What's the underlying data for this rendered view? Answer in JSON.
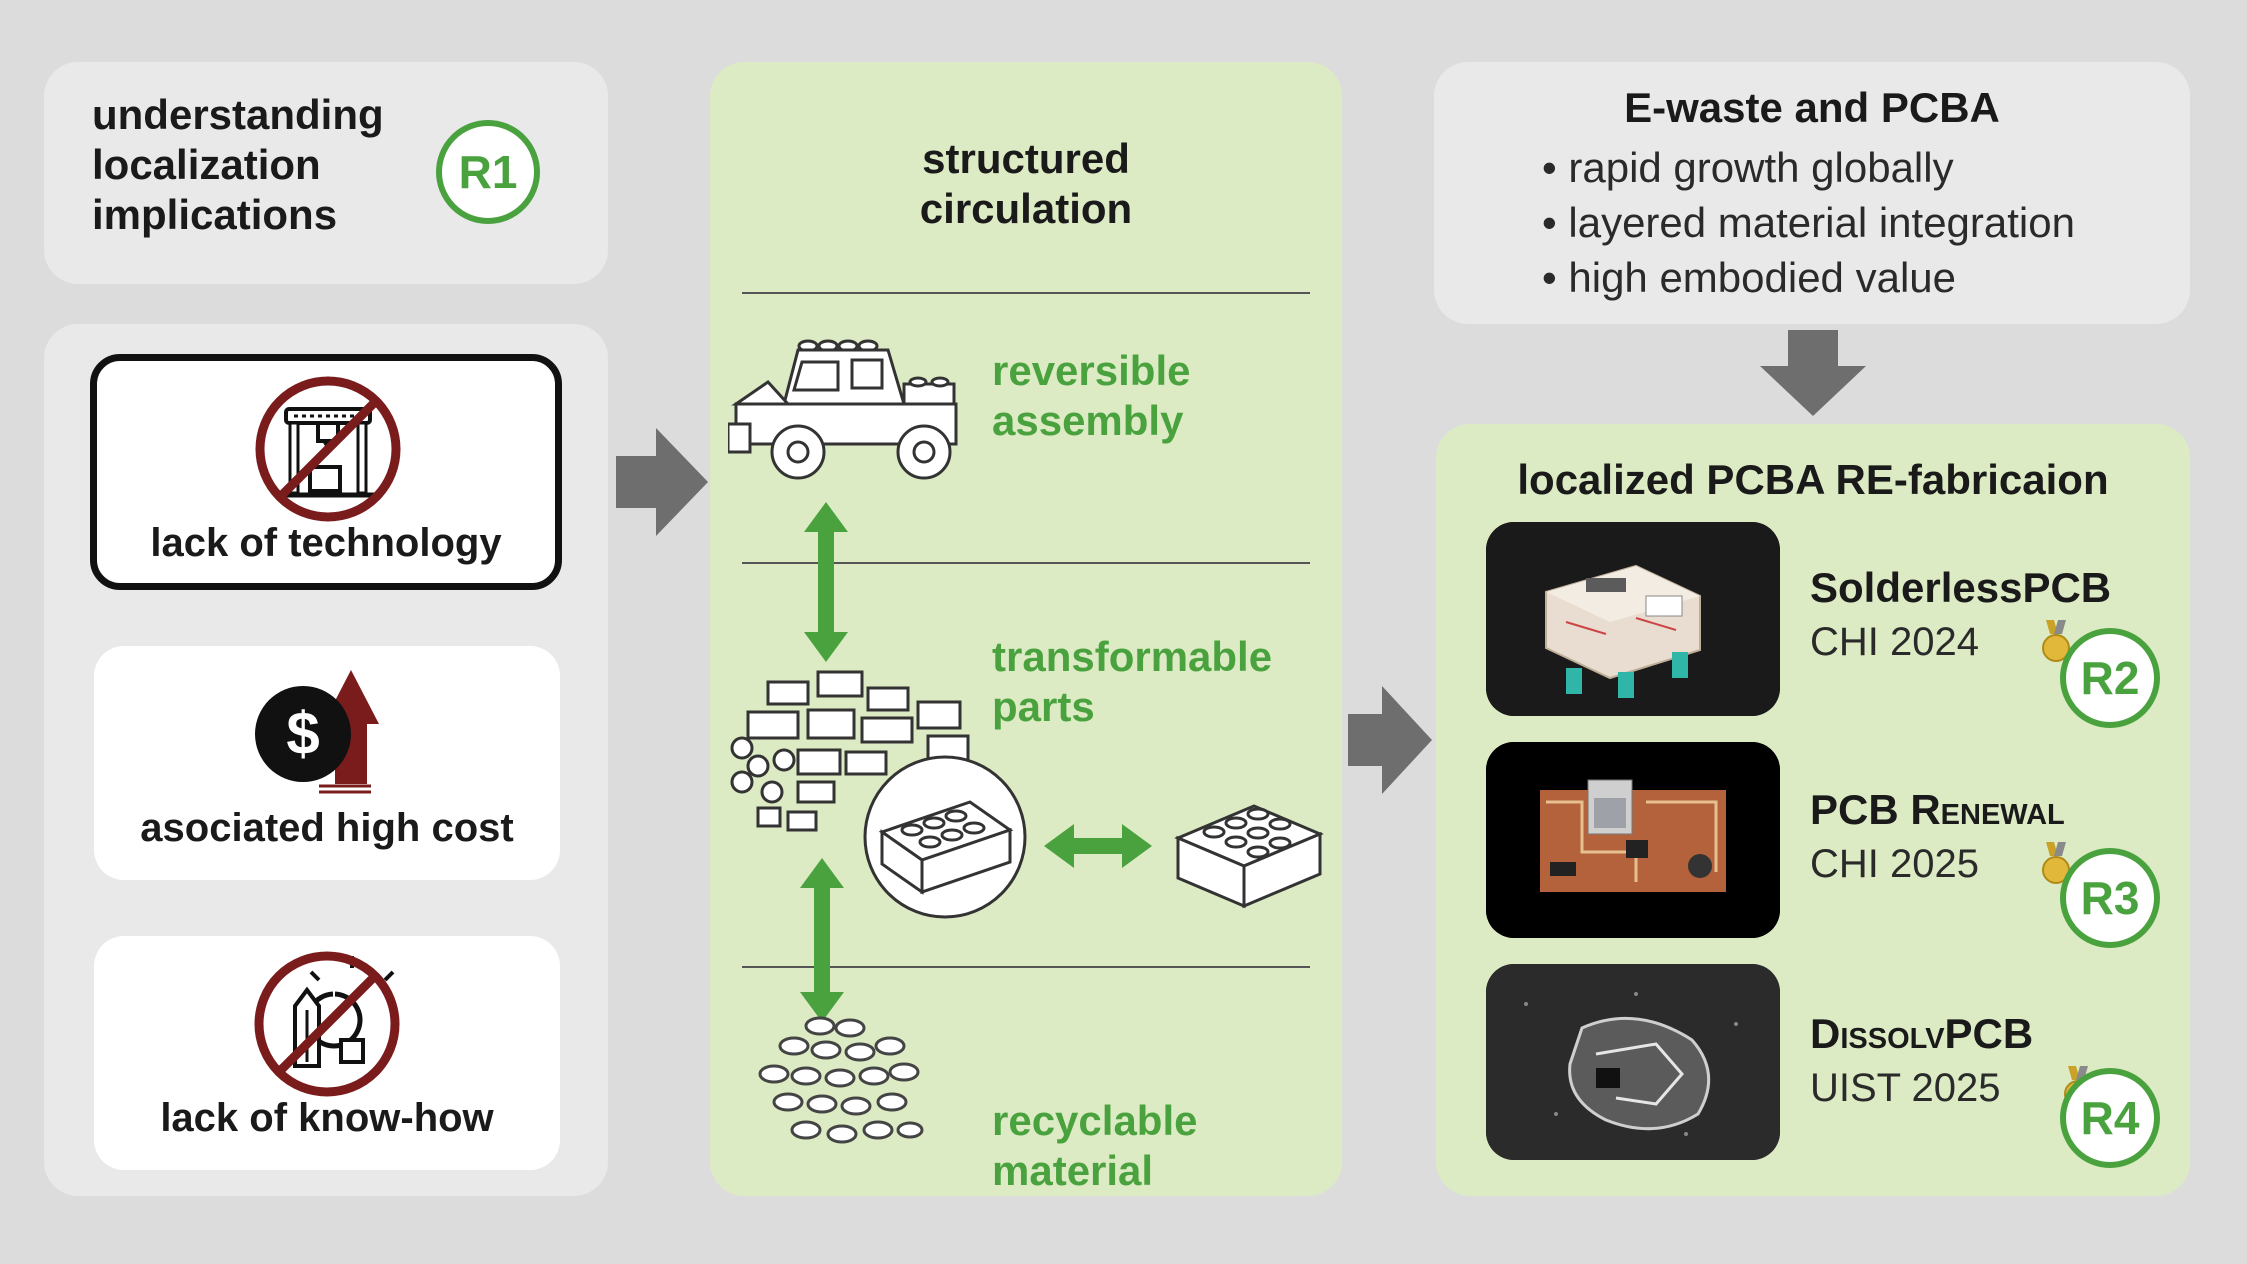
{
  "left": {
    "understanding_title": [
      "understanding",
      "localization",
      "implications"
    ],
    "badge_r1": "R1",
    "barriers": [
      {
        "label": "lack of technology",
        "icon": "no-3d-printer-icon"
      },
      {
        "label": "asociated high cost",
        "icon": "dollar-rising-icon"
      },
      {
        "label": "lack of know-how",
        "icon": "no-idea-icon"
      }
    ]
  },
  "middle": {
    "title": [
      "structured",
      "circulation"
    ],
    "stages": [
      {
        "label": [
          "reversible",
          "assembly"
        ],
        "icon": "lego-car-icon"
      },
      {
        "label": [
          "transformable",
          "parts"
        ],
        "icon": "lego-parts-icon"
      },
      {
        "label": [
          "recyclable",
          "material"
        ],
        "icon": "pellets-icon"
      }
    ]
  },
  "right": {
    "ewaste_title": "E-waste and PCBA",
    "ewaste_bullets": [
      "rapid growth globally",
      "layered material integration",
      "high embodied value"
    ],
    "refab_title": "localized PCBA RE-fabricaion",
    "papers": [
      {
        "title": "SolderlessPCB",
        "venue": "CHI 2024",
        "badge": "R2",
        "award": "medal-icon"
      },
      {
        "title": "PCB Renewal",
        "venue": "CHI 2025",
        "badge": "R3",
        "award": "medal-icon"
      },
      {
        "title": "DissolvPCB",
        "venue": "UIST 2025",
        "badge": "R4",
        "award": "medal-icon"
      }
    ]
  },
  "colors": {
    "accent_green": "#4aa23f",
    "panel_green": "#dcebc4",
    "panel_grey": "#e9e9e9",
    "arrow_grey": "#6e6e6e",
    "ban_red": "#7a1c1c"
  }
}
